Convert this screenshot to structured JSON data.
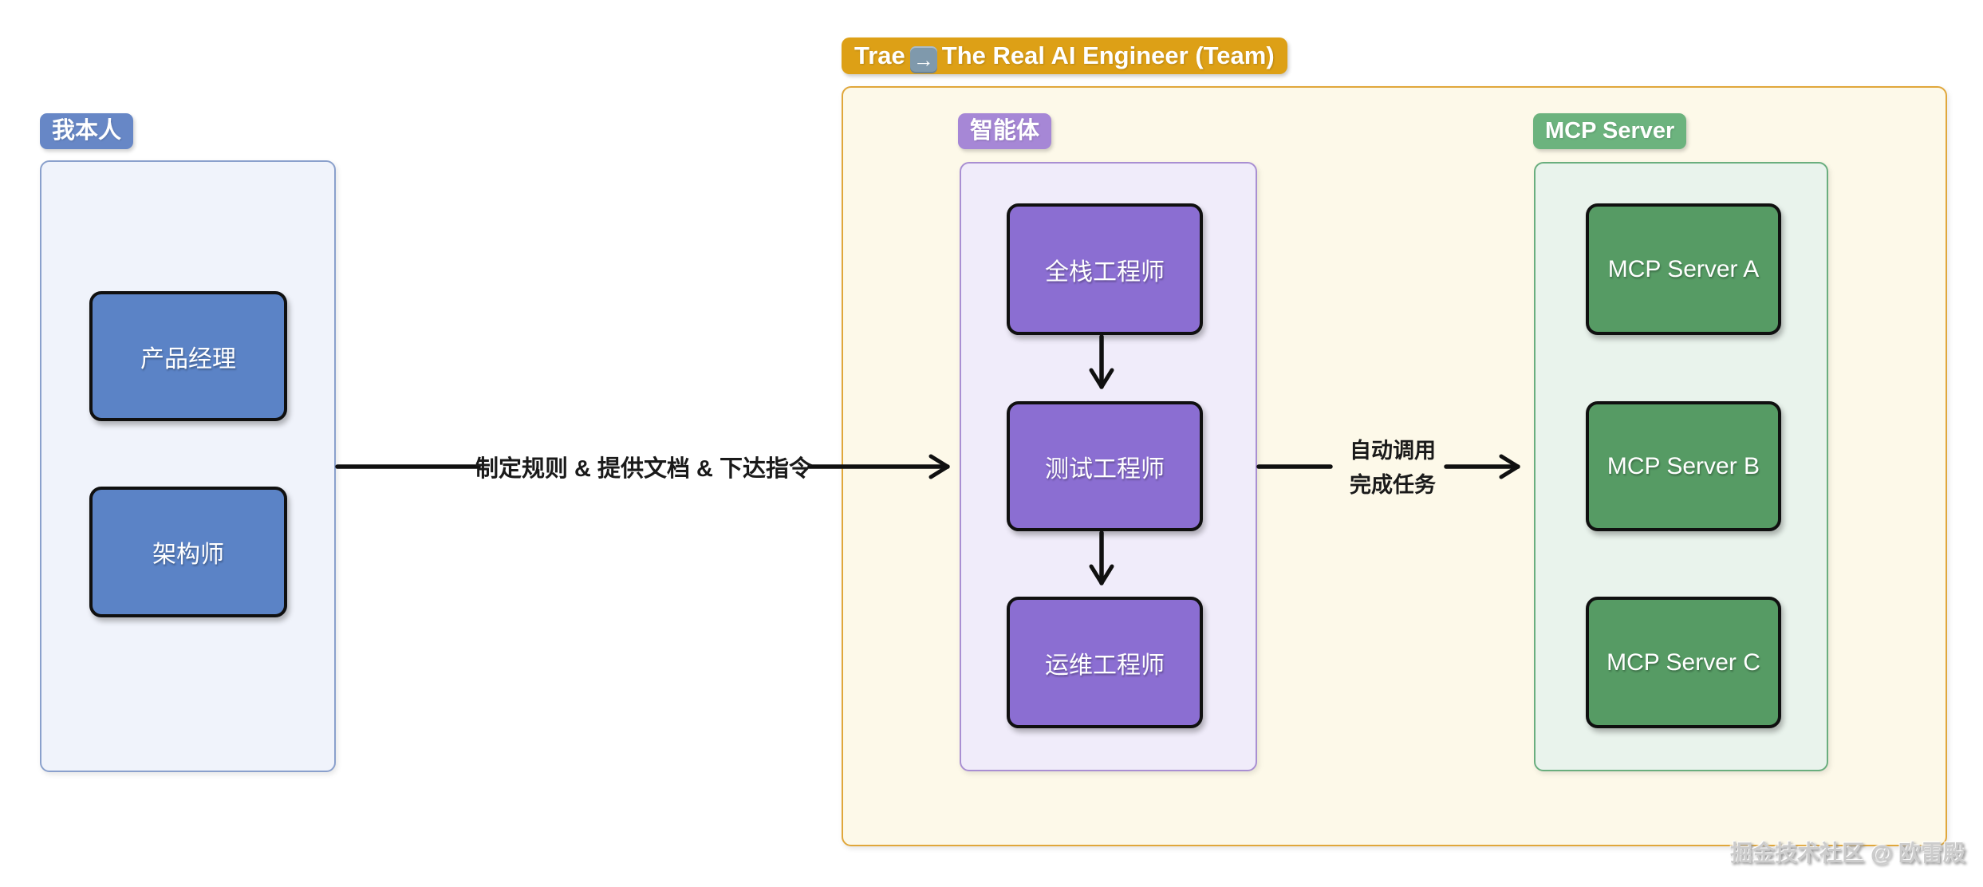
{
  "watermark": {
    "text": "掘金技术社区 @ 欧雷殿"
  },
  "myself": {
    "label": "我本人",
    "boxes": [
      {
        "label": "产品经理"
      },
      {
        "label": "架构师"
      }
    ],
    "colors": {
      "label_bg": "#6787c6",
      "panel_bg": "#f0f3fb",
      "panel_border": "#8aa0cc",
      "box_bg": "#5b83c6"
    }
  },
  "flow_rules": {
    "label": "制定规则 & 提供文档 & 下达指令"
  },
  "team": {
    "title_prefix": "Trae",
    "title_arrow": "→",
    "title_suffix": "The Real AI Engineer (Team)",
    "colors": {
      "title_bg": "#dda016",
      "panel_bg": "#fdf9e9",
      "panel_border": "#e0a73b"
    }
  },
  "agents": {
    "label": "智能体",
    "boxes": [
      {
        "label": "全栈工程师"
      },
      {
        "label": "测试工程师"
      },
      {
        "label": "运维工程师"
      }
    ],
    "colors": {
      "label_bg": "#a687d6",
      "panel_bg": "#f0ecfa",
      "panel_border": "#a98fd2",
      "box_bg": "#8b6ed2"
    }
  },
  "flow_auto": {
    "line1": "自动调用",
    "line2": "完成任务"
  },
  "mcp": {
    "label": "MCP Server",
    "boxes": [
      {
        "label": "MCP Server A"
      },
      {
        "label": "MCP Server B"
      },
      {
        "label": "MCP Server C"
      }
    ],
    "colors": {
      "label_bg": "#6cb37e",
      "panel_bg": "#e9f3ec",
      "panel_border": "#6aae7e",
      "box_bg": "#569b64"
    }
  }
}
